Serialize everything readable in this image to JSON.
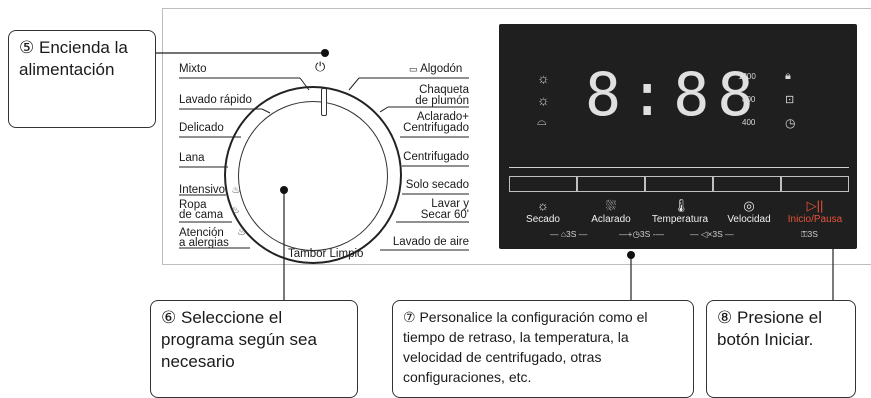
{
  "callouts": {
    "power": {
      "num": "⑤",
      "text": "Encienda la alimentación"
    },
    "program": {
      "num": "⑥",
      "text": "Seleccione el programa según sea necesario"
    },
    "settings": {
      "num": "⑦",
      "text": "Personalice la configuración como el tiempo de retraso, la temperatura, la velocidad de centrifugado, otras configuraciones, etc."
    },
    "start": {
      "num": "⑧",
      "text": "Presione el botón Iniciar."
    }
  },
  "power_symbol": "⏻",
  "programs_left": [
    "Mixto",
    "Lavado rápido",
    "Delicado",
    "Lana",
    "Intensivo",
    "Ropa\nde cama",
    "Atención\na alergias"
  ],
  "programs_right": [
    "Algodón",
    "Chaqueta\nde plumón",
    "Aclarado+\nCentrifugado",
    "Centrifugado",
    "Solo secado",
    "Lavar y\nSecar 60'",
    "Lavado de aire"
  ],
  "bottom_program": "Tambor Limpio",
  "display": {
    "digits": "8:88",
    "speeds": [
      "1200",
      "800",
      "400"
    ],
    "icons_left": [
      "sun-icon",
      "sun-icon",
      "sunrise-icon"
    ],
    "icons_right": [
      "lock-icon",
      "child-lock-icon",
      "clock-icon"
    ]
  },
  "buttons": [
    {
      "label": "Secado",
      "icon": "☼"
    },
    {
      "label": "Aclarado",
      "icon": "⛆"
    },
    {
      "label": "Temperatura",
      "icon": "🌡"
    },
    {
      "label": "Velocidad",
      "icon": "◎"
    },
    {
      "label": "Inicio/Pausa",
      "icon": "▷||"
    }
  ],
  "sublabels": [
    "— ⌂3S —",
    "—+◷3S -—",
    "— ◁×3S —",
    "⚿3S"
  ],
  "colors": {
    "accent": "#e8523a",
    "display_bg": "#1f1f1f"
  }
}
